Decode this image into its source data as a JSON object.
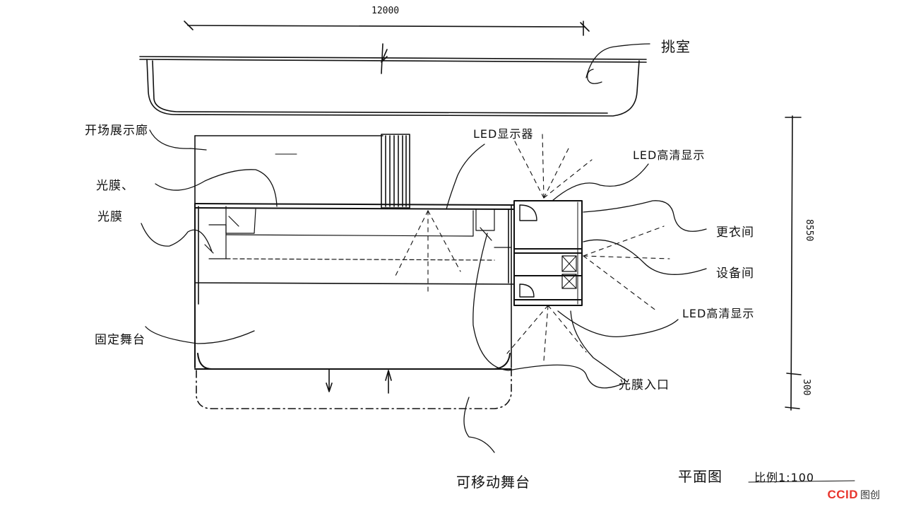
{
  "dimensions": {
    "top_width": "12000",
    "right_height_main": "8550",
    "right_height_lower": "300"
  },
  "labels": {
    "pick_room": "挑室",
    "opening_hall": "开场展示廊",
    "light_film_1": "光膜、",
    "light_film_2": "光膜",
    "led_display_top": "LED显示器",
    "led_hd_top": "LED高清显示",
    "dressing_room": "更衣间",
    "equipment_room": "设备间",
    "led_hd_lower": "LED高清显示",
    "fixed_stage": "固定舞台",
    "light_film_entrance": "光膜入口",
    "movable_stage": "可移动舞台",
    "plan_title": "平面图",
    "scale": "比例1:100"
  },
  "watermark": {
    "brand": "CCID",
    "sub": "图创"
  }
}
